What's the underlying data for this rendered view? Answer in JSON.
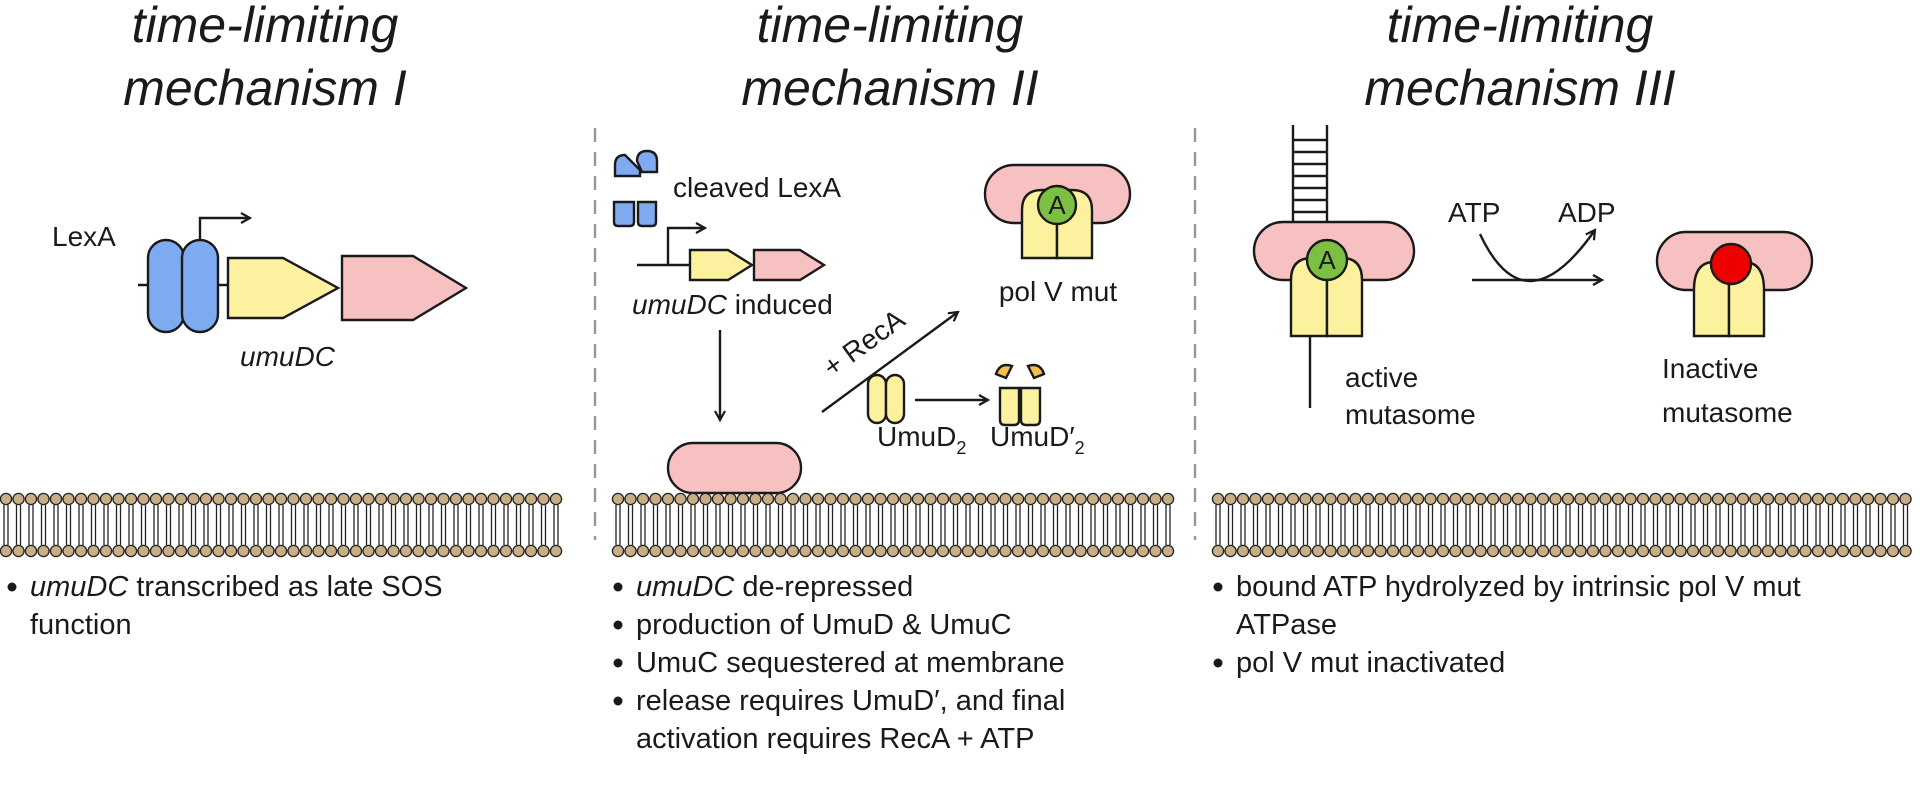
{
  "colors": {
    "lexa": "#7eaaf0",
    "umud": "#fbf19e",
    "umuc": "#f7c1c1",
    "active_site": "#7bc043",
    "inactive_site": "#ee0000",
    "umud_prime_tip": "#f7c04a",
    "lipid_head": "#c9ad85"
  },
  "panel1": {
    "title_line1": "time-limiting",
    "title_line2": "mechanism I",
    "lexa_label": "LexA",
    "gene_label": "umuDC",
    "bullets": [
      {
        "italic": "umuDC",
        "rest": " transcribed as late SOS"
      },
      {
        "italic": "",
        "rest": "function"
      }
    ]
  },
  "panel2": {
    "title_line1": "time-limiting",
    "title_line2": "mechanism II",
    "cleaved_label": "cleaved LexA",
    "induced_italic": "umuDC",
    "induced_rest": " induced",
    "recA_label": "+ RecA",
    "polv_label": "pol V mut",
    "site_label": "A",
    "umud2_base": "UmuD",
    "umud2_sub": "2",
    "umudp_base": "UmuD′",
    "umudp_sub": "2",
    "bullets": [
      {
        "italic": "umuDC",
        "rest": " de-repressed"
      },
      {
        "italic": "",
        "rest": "production of UmuD & UmuC"
      },
      {
        "italic": "",
        "rest": "UmuC sequestered at membrane"
      },
      {
        "italic": "",
        "rest": "release requires UmuD′, and final"
      },
      {
        "italic": "",
        "rest": "activation requires RecA + ATP"
      }
    ]
  },
  "panel3": {
    "title_line1": "time-limiting",
    "title_line2": "mechanism III",
    "atp_label": "ATP",
    "adp_label": "ADP",
    "site_label": "A",
    "active_line1": "active",
    "active_line2": "mutasome",
    "inactive_line1": "Inactive",
    "inactive_line2": "mutasome",
    "bullets": [
      {
        "italic": "",
        "rest": "bound ATP hydrolyzed by intrinsic pol V mut"
      },
      {
        "italic": "",
        "rest": "ATPase"
      },
      {
        "italic": "",
        "rest": "pol V mut inactivated"
      }
    ]
  }
}
